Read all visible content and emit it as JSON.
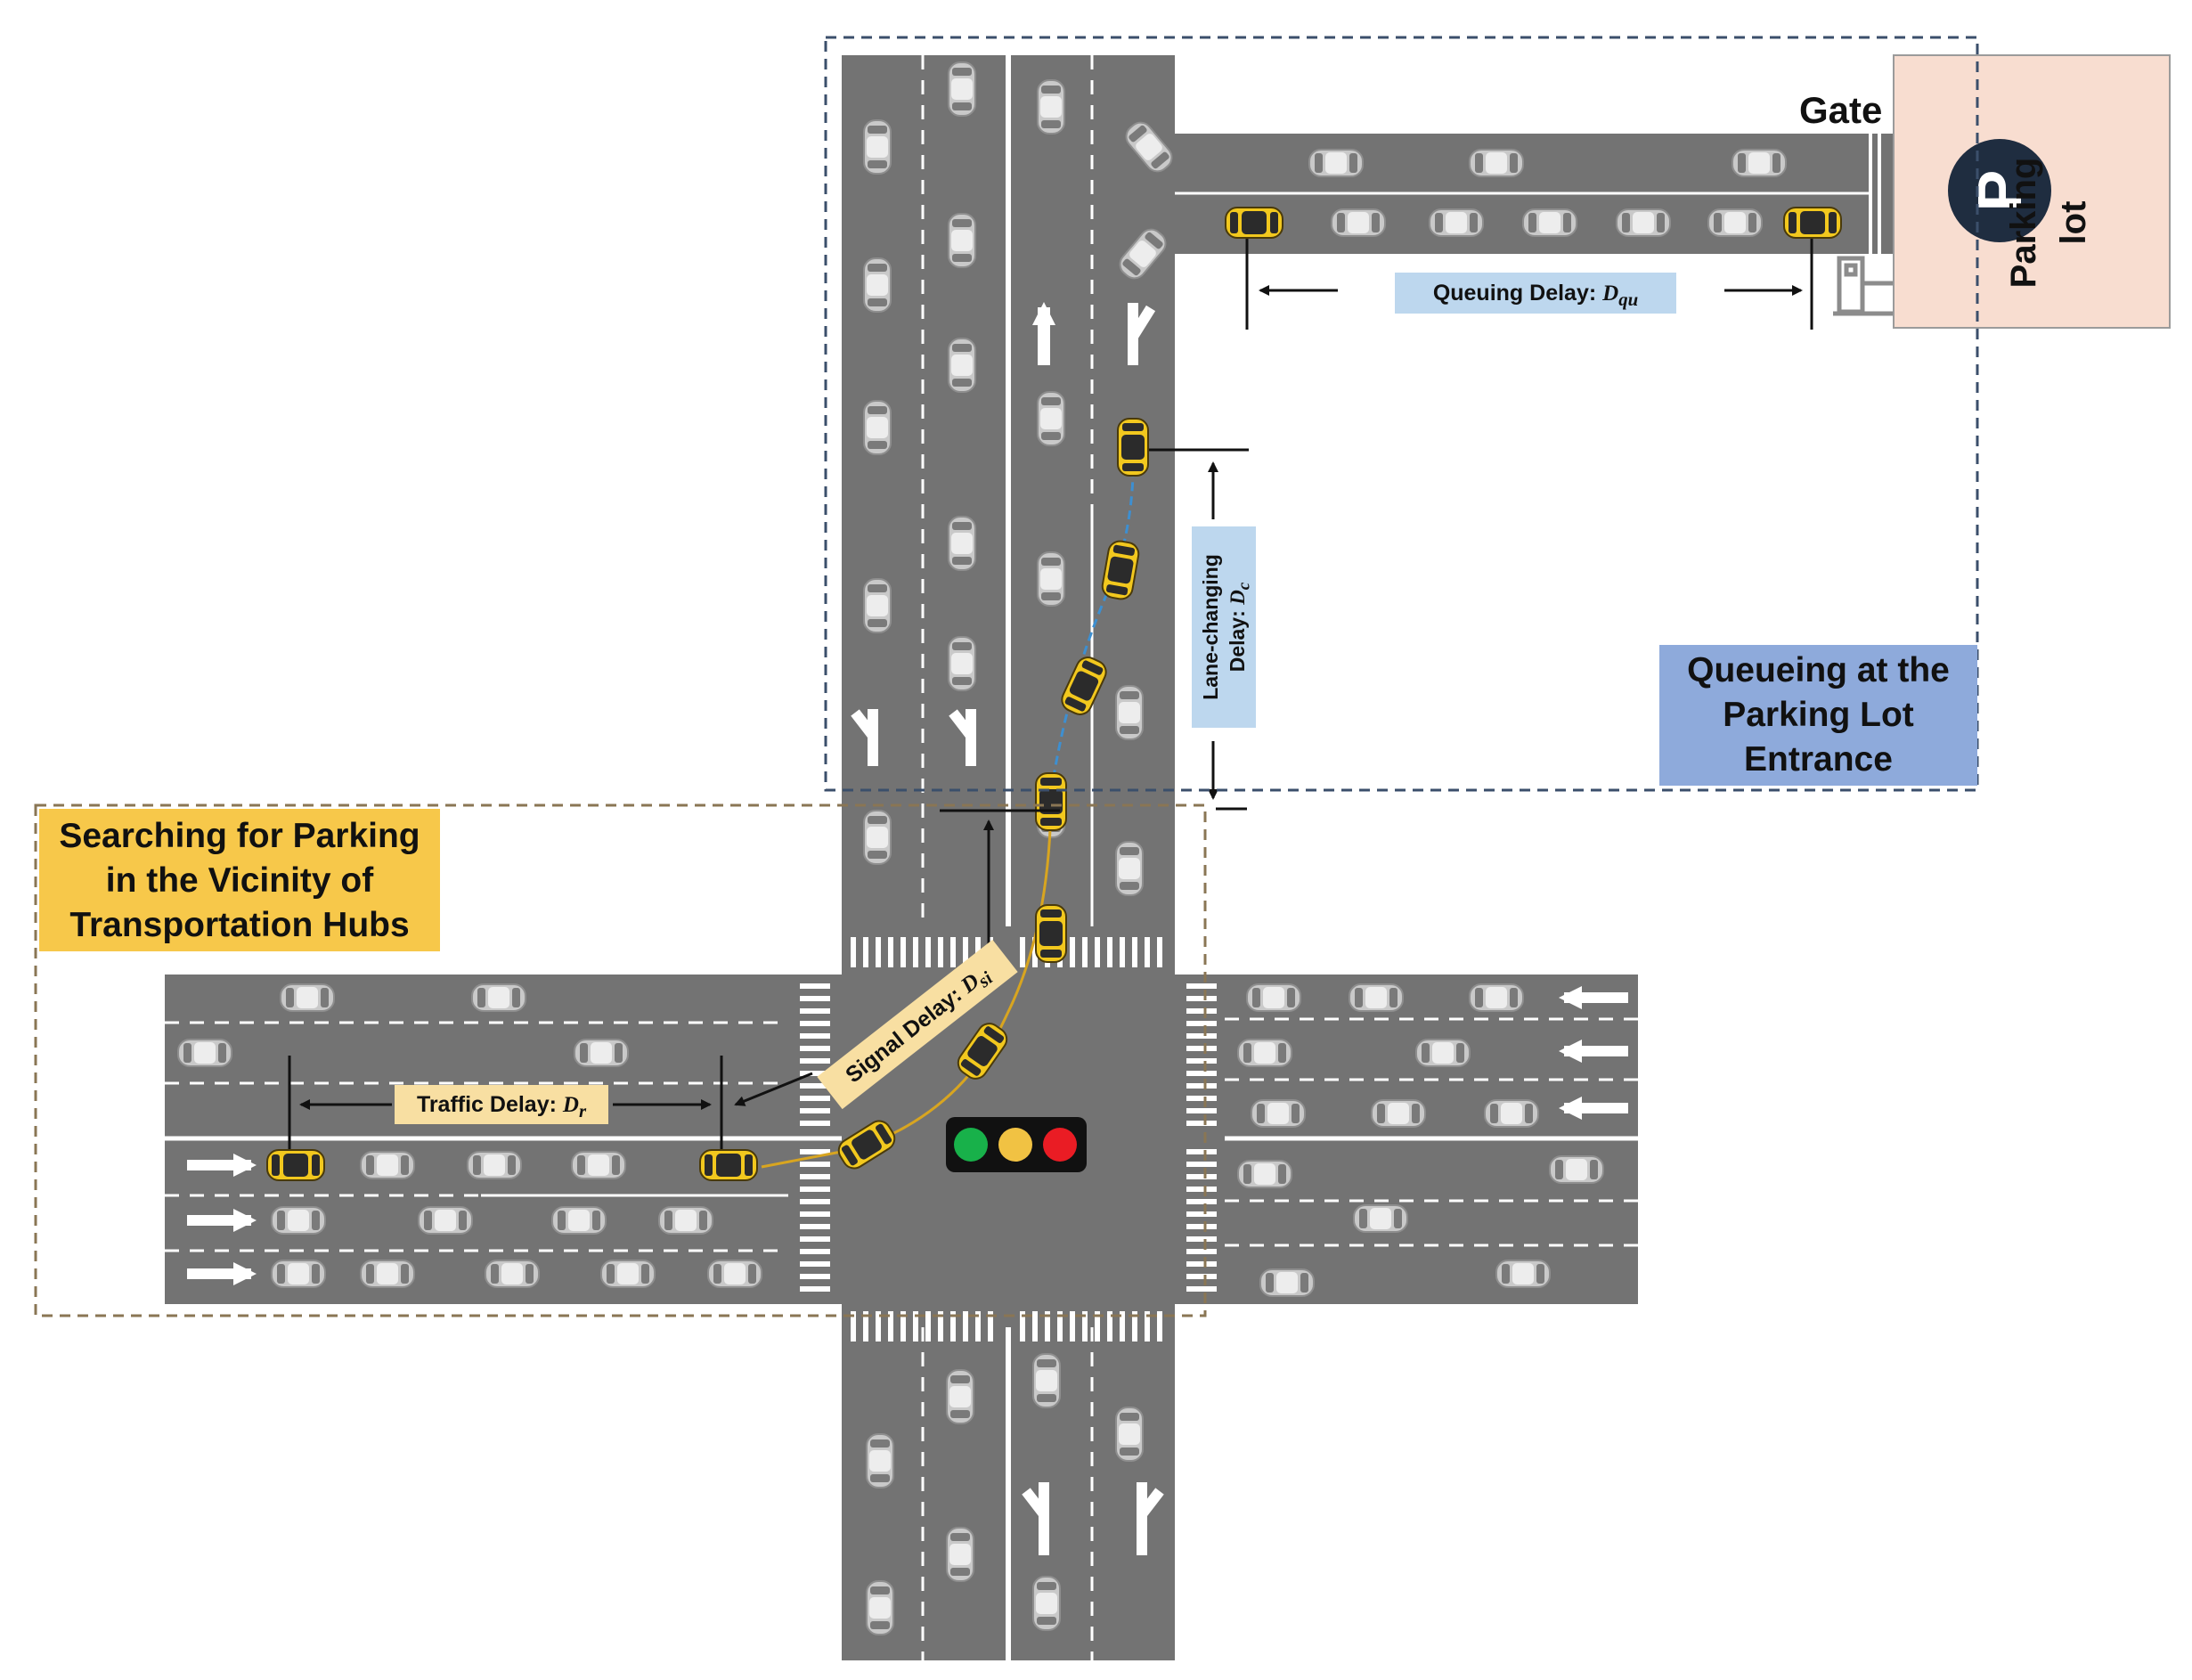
{
  "regions": {
    "searching_label": "Searching for Parking in the Vicinity of Transportation Hubs",
    "queueing_label": "Queueing at the Parking Lot Entrance"
  },
  "delays": {
    "queuing": {
      "prefix": "Queuing Delay: ",
      "symbol": "D",
      "subscript": "qu"
    },
    "traffic": {
      "prefix": "Traffic Delay: ",
      "symbol": "D",
      "subscript": "r"
    },
    "signal": {
      "prefix": "Signal Delay: ",
      "symbol": "D",
      "subscript": "si"
    },
    "lane_changing": {
      "prefix": "Lane-changing Delay: ",
      "symbol": "D",
      "subscript": "c"
    }
  },
  "labels": {
    "gate": "Gate",
    "parking_lot": "Parking lot",
    "parking_symbol": "P"
  },
  "traffic_light": [
    "green",
    "yellow",
    "red"
  ],
  "colors": {
    "road": "#737373",
    "taxi": "#f2c81e",
    "car": "#c9c9c9",
    "lot_fill": "#f8ddd0",
    "parking_sign": "#1f2d40",
    "path_yellow": "#d8a520",
    "path_blue": "#3d8fd1",
    "region_yellow_border": "#8a7654",
    "region_blue_border": "#3b4f6b",
    "light_green": "#18b14a",
    "light_yellow": "#f1c243",
    "light_red": "#ea1c24"
  }
}
